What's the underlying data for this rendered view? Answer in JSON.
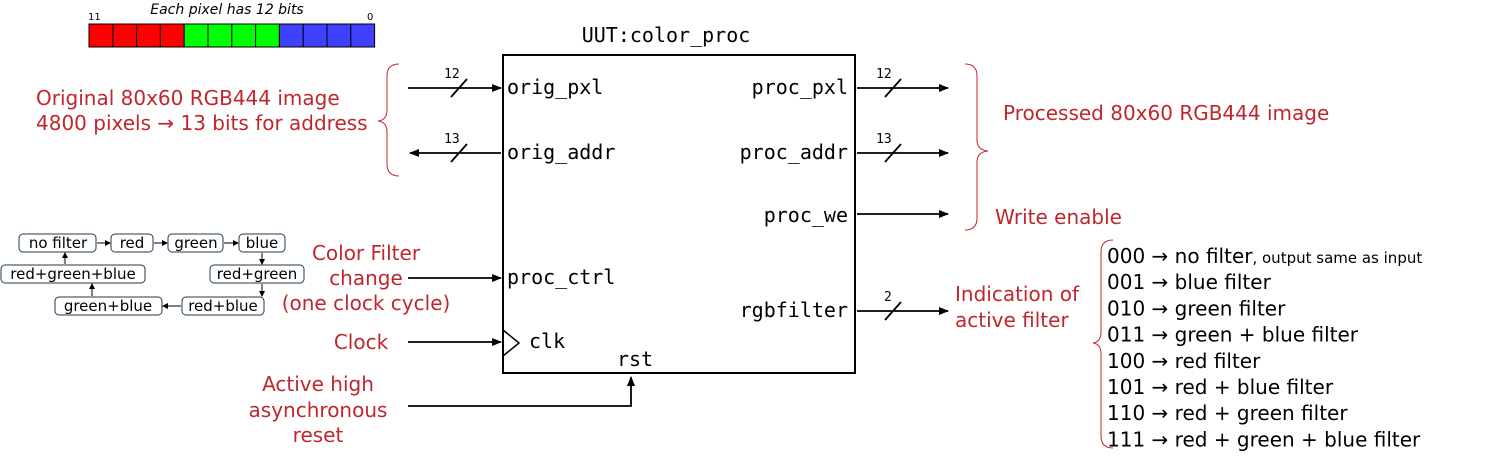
{
  "pixel_format": {
    "caption": "Each pixel has 12 bits",
    "msb_label": "11",
    "lsb_label": "0",
    "bit_colors": [
      "#ff0000",
      "#ff0000",
      "#ff0000",
      "#ff0000",
      "#00ff00",
      "#00ff00",
      "#00ff00",
      "#00ff00",
      "#4040ff",
      "#4040ff",
      "#4040ff",
      "#4040ff"
    ]
  },
  "block": {
    "title": "UUT:color_proc",
    "ports": {
      "orig_pxl": "orig_pxl",
      "orig_addr": "orig_addr",
      "proc_ctrl": "proc_ctrl",
      "clk": "clk",
      "rst": "rst",
      "proc_pxl": "proc_pxl",
      "proc_addr": "proc_addr",
      "proc_we": "proc_we",
      "rgbfilter": "rgbfilter"
    }
  },
  "bus_widths": {
    "orig_pxl": "12",
    "orig_addr": "13",
    "proc_pxl": "12",
    "proc_addr": "13",
    "rgbfilter": "2"
  },
  "annotations": {
    "input_image_line1": "Original 80x60 RGB444 image",
    "input_image_line2": "4800 pixels → 13 bits for address",
    "color_filter_line1": "Color Filter",
    "color_filter_line2": "change",
    "color_filter_line3": "(one clock cycle)",
    "clock": "Clock",
    "reset_line1": "Active high",
    "reset_line2": "asynchronous",
    "reset_line3": "reset",
    "output_image": "Processed 80x60 RGB444 image",
    "write_enable": "Write enable",
    "indication_line1": "Indication of",
    "indication_line2": "active filter"
  },
  "filter_cycle": {
    "states": [
      "no filter",
      "red",
      "green",
      "blue",
      "red+green",
      "red+blue",
      "green+blue",
      "red+green+blue"
    ]
  },
  "filter_codes": [
    {
      "code": "000",
      "desc": "no filter",
      "note": ", output same as input"
    },
    {
      "code": "001",
      "desc": "blue filter",
      "note": ""
    },
    {
      "code": "010",
      "desc": "green filter",
      "note": ""
    },
    {
      "code": "011",
      "desc": "green + blue filter",
      "note": ""
    },
    {
      "code": "100",
      "desc": "red filter",
      "note": ""
    },
    {
      "code": "101",
      "desc": "red + blue filter",
      "note": ""
    },
    {
      "code": "110",
      "desc": "red + green filter",
      "note": ""
    },
    {
      "code": "111",
      "desc": "red + green + blue filter",
      "note": ""
    }
  ]
}
